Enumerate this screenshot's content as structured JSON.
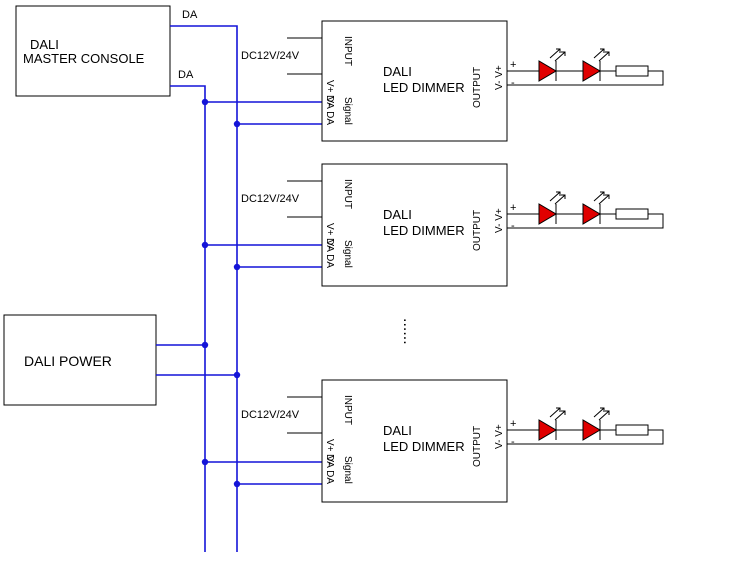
{
  "master": {
    "line1": "DALI",
    "line2": "MASTER CONSOLE"
  },
  "power": {
    "label": "DALI POWER"
  },
  "bus": {
    "top_label": "DA",
    "mid_label": "DA"
  },
  "dimmer": {
    "supply_label": "DC12V/24V",
    "input_label": "INPUT",
    "vplus": "V+",
    "vminus": "V-",
    "signal_label": "Signal",
    "dada": "DA DA",
    "name1": "DALI",
    "name2": "LED DIMMER",
    "output_label": "OUTPUT",
    "vv": "V- V+",
    "plus": "+",
    "minus": "-"
  },
  "continuation": "......",
  "colors": {
    "bus": "#1414d8",
    "led": "#e00000"
  }
}
